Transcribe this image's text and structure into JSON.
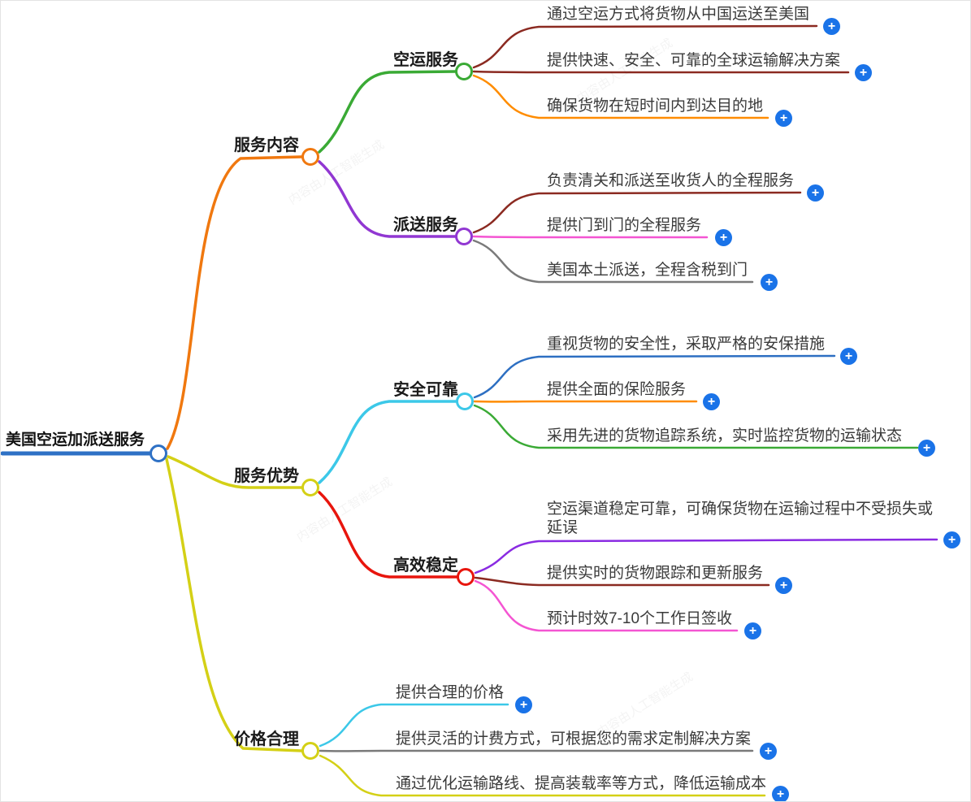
{
  "root": {
    "label": "美国空运加派送服务"
  },
  "branches": [
    {
      "label": "服务内容",
      "children": [
        {
          "label": "空运服务",
          "leaves": [
            {
              "text": "通过空运方式将货物从中国运送至美国"
            },
            {
              "text": "提供快速、安全、可靠的全球运输解决方案"
            },
            {
              "text": "确保货物在短时间内到达目的地"
            }
          ]
        },
        {
          "label": "派送服务",
          "leaves": [
            {
              "text": "负责清关和派送至收货人的全程服务"
            },
            {
              "text": "提供门到门的全程服务"
            },
            {
              "text": "美国本土派送，全程含税到门"
            }
          ]
        }
      ]
    },
    {
      "label": "服务优势",
      "children": [
        {
          "label": "安全可靠",
          "leaves": [
            {
              "text": "重视货物的安全性，采取严格的安保措施"
            },
            {
              "text": "提供全面的保险服务"
            },
            {
              "text": "采用先进的货物追踪系统，实时监控货物的运输状态"
            }
          ]
        },
        {
          "label": "高效稳定",
          "leaves": [
            {
              "text": "空运渠道稳定可靠，可确保货物在运输过程中不受损失或延误"
            },
            {
              "text": "提供实时的货物跟踪和更新服务"
            },
            {
              "text": "预计时效7-10个工作日签收"
            }
          ]
        }
      ]
    },
    {
      "label": "价格合理",
      "leaves": [
        {
          "text": "提供合理的价格"
        },
        {
          "text": "提供灵活的计费方式，可根据您的需求定制解决方案"
        },
        {
          "text": "通过优化运输路线、提高装载率等方式，降低运输成本"
        }
      ]
    }
  ],
  "plus_button": {
    "glyph": "+"
  },
  "watermark": {
    "text": "内容由人工智能生成"
  },
  "palette": {
    "root_blue": "#2e71c5",
    "orange": "#f0780f",
    "leaf_orange": "#ff8c00",
    "yellow": "#d4d016",
    "green": "#3aaa35",
    "purple": "#9137d2",
    "cyan": "#3cc8e8",
    "red": "#e8150d",
    "dark_red": "#8b2a21",
    "pink": "#f455d2",
    "gray": "#7a7a7a",
    "blue": "#2d6fc2",
    "leaf_purple": "#8a2be2",
    "plus_blue": "#1a73e8"
  }
}
